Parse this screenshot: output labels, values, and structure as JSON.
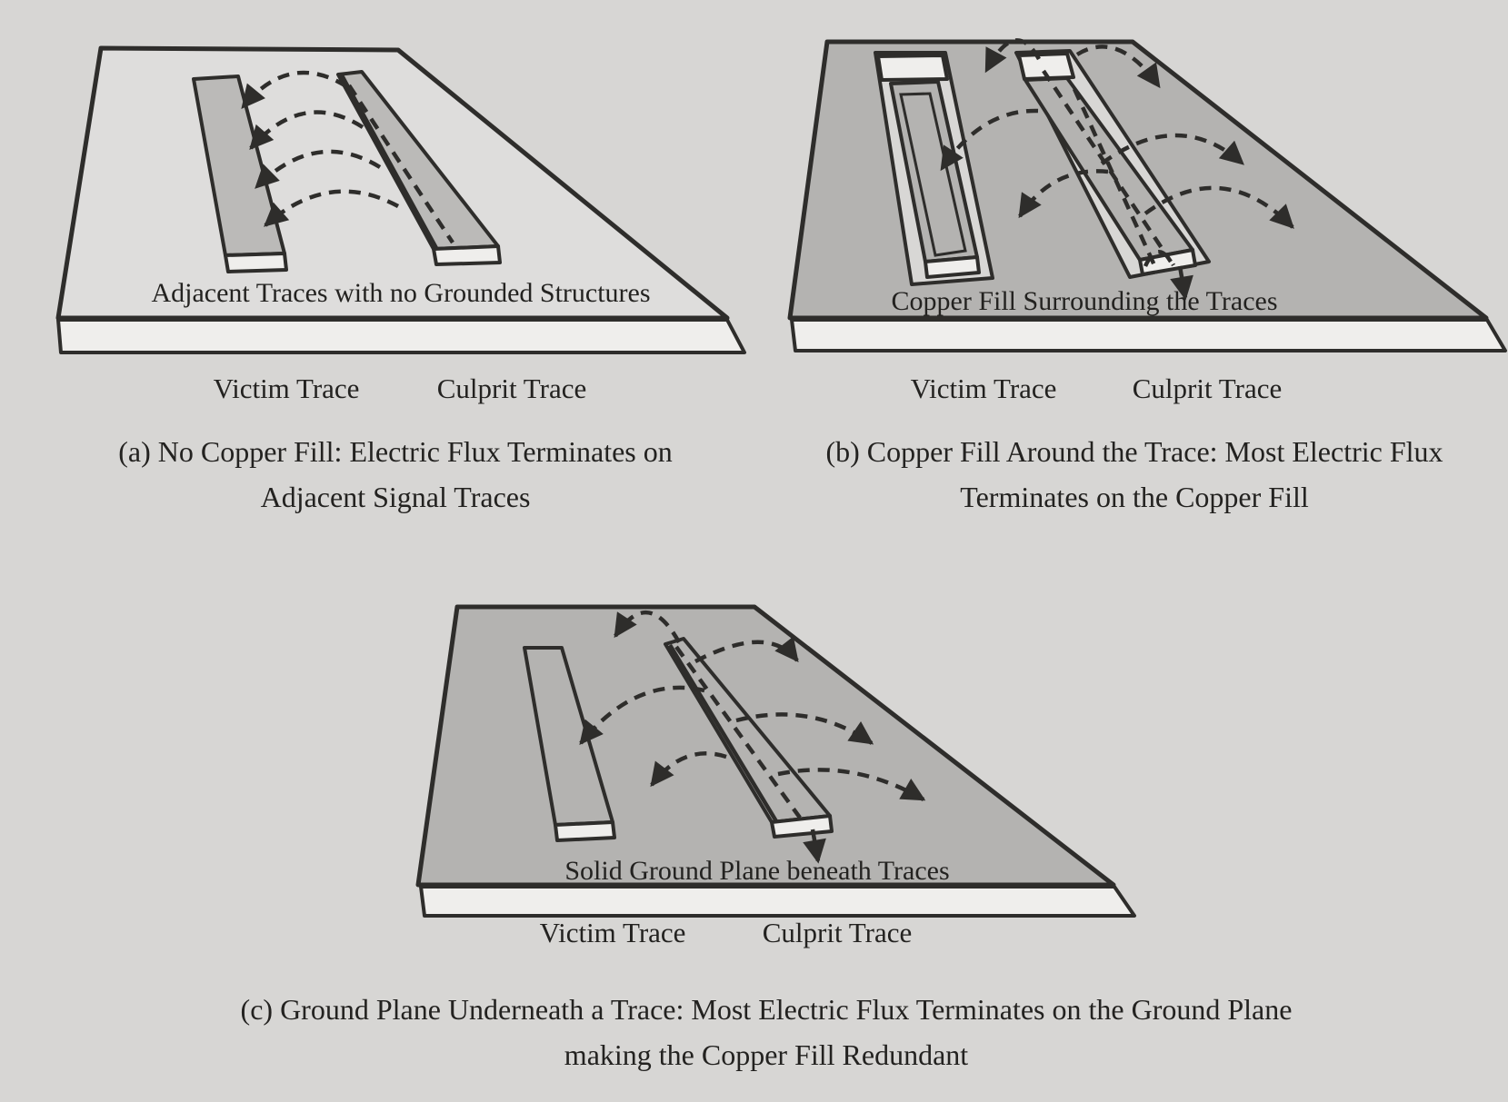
{
  "colors": {
    "background": "#d7d6d4",
    "board_light": "#dedddc",
    "copper": "#b4b3b1",
    "gap": "#d8d7d5",
    "white_face": "#efeeec",
    "line": "#2e2d2b",
    "text": "#232220"
  },
  "figures": {
    "a": {
      "board_label": "Adjacent Traces with no Grounded Structures",
      "victim_label": "Victim Trace",
      "culprit_label": "Culprit Trace",
      "caption_line1": "(a) No Copper Fill: Electric Flux Terminates on",
      "caption_line2": "Adjacent Signal Traces"
    },
    "b": {
      "board_label": "Copper Fill Surrounding the Traces",
      "victim_label": "Victim Trace",
      "culprit_label": "Culprit Trace",
      "caption_line1": "(b) Copper Fill Around the Trace: Most Electric Flux",
      "caption_line2": "Terminates on the Copper Fill"
    },
    "c": {
      "board_label": "Solid Ground Plane beneath Traces",
      "victim_label": "Victim Trace",
      "culprit_label": "Culprit Trace",
      "caption_line1": "(c) Ground Plane Underneath a Trace: Most Electric Flux Terminates on the Ground Plane",
      "caption_line2": "making the Copper Fill Redundant"
    }
  }
}
